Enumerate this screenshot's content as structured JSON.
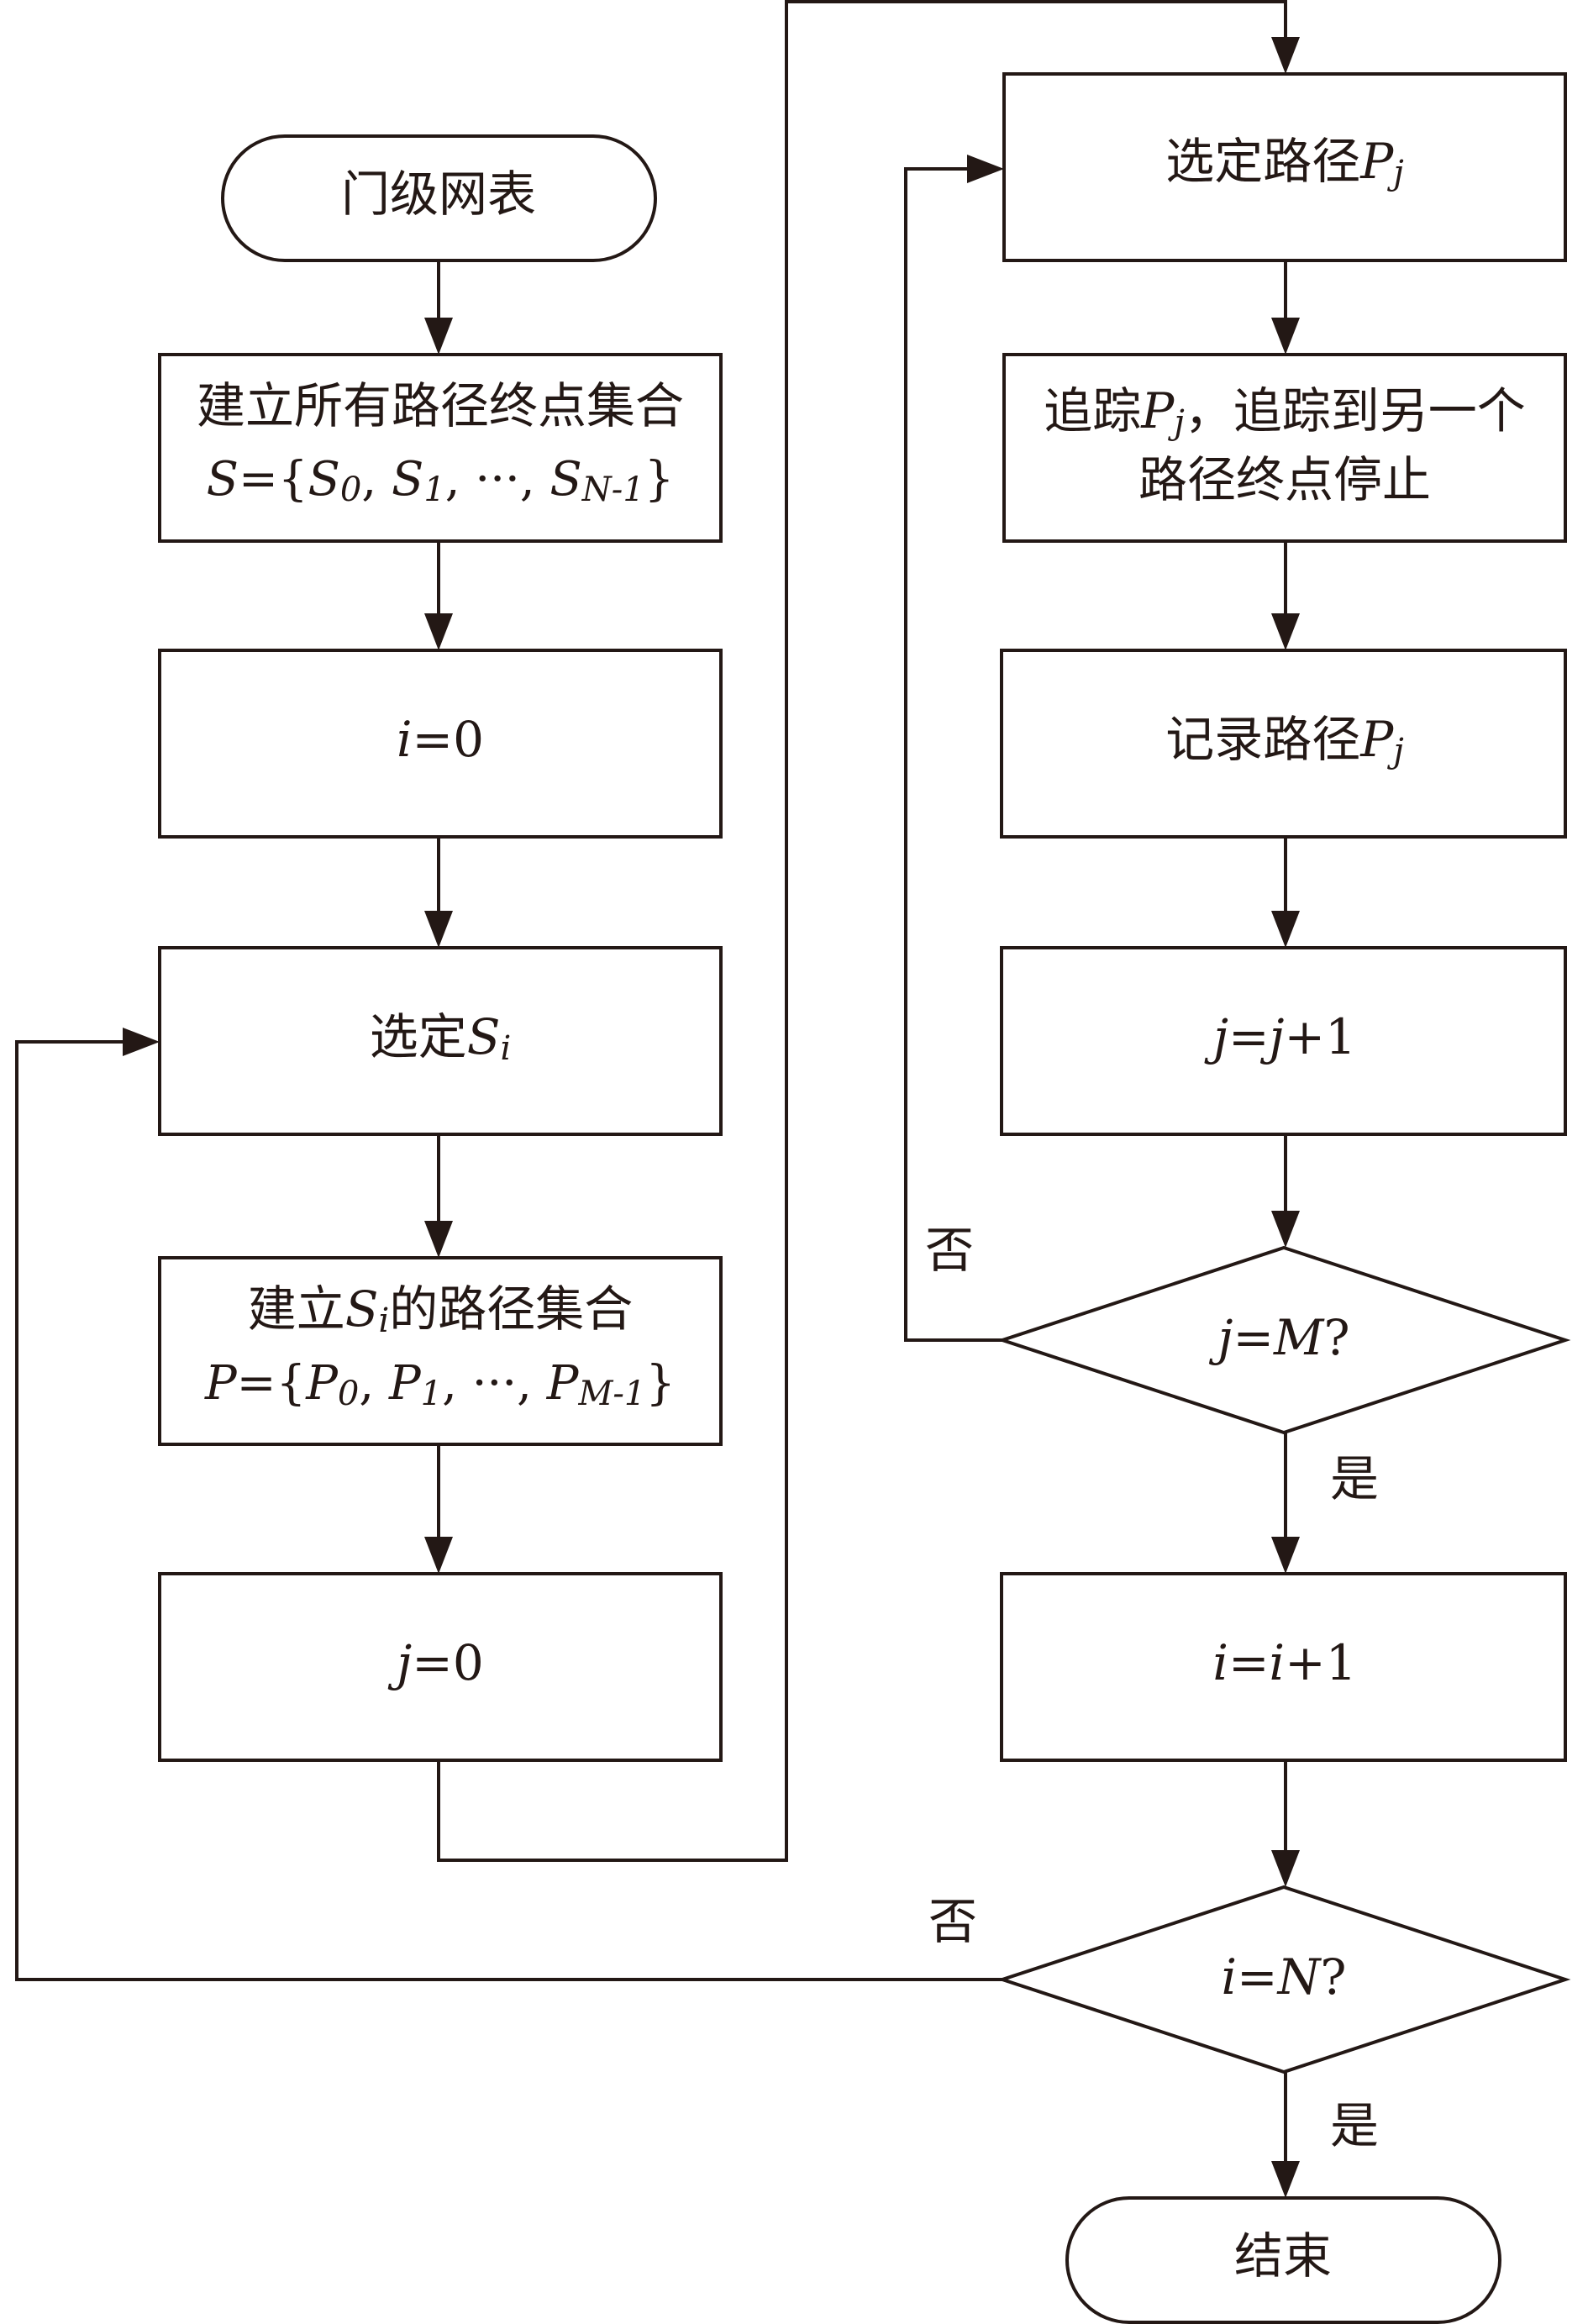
{
  "nodes": {
    "start": {
      "text": "门级网表"
    },
    "build_endpoints": {
      "line1": "建立所有路径终点集合",
      "formula": {
        "prefix": "S={",
        "items": [
          {
            "base": "S",
            "sub": "0"
          },
          {
            "base": "S",
            "sub": "1"
          },
          {
            "base": "",
            "sub": ""
          },
          {
            "base": "S",
            "sub": "N-1"
          }
        ],
        "ellipsis": "···",
        "sep": ", ",
        "suffix": "}"
      }
    },
    "init_i": {
      "text": "i=0"
    },
    "select_s": {
      "text": "选定",
      "var": "S",
      "sub": "i"
    },
    "build_paths": {
      "prefix": "建立",
      "var": "S",
      "sub": "i",
      "suffix": "的路径集合",
      "formula": {
        "prefix": "P={",
        "items": [
          {
            "base": "P",
            "sub": "0"
          },
          {
            "base": "P",
            "sub": "1"
          },
          {
            "base": "",
            "sub": ""
          },
          {
            "base": "P",
            "sub": "M-1"
          }
        ],
        "ellipsis": "···",
        "sep": ", ",
        "suffix": "}"
      }
    },
    "init_j": {
      "text": "j=0"
    },
    "select_p": {
      "text": "选定路径",
      "var": "P",
      "sub": "j"
    },
    "trace": {
      "prefix": "追踪",
      "var": "P",
      "sub": "j",
      "suffix": "，追踪到另一个",
      "line2": "路径终点停止"
    },
    "record": {
      "text": "记录路径",
      "var": "P",
      "sub": "j"
    },
    "inc_j": {
      "text": "j=j+1"
    },
    "check_j": {
      "text": "j=M?"
    },
    "inc_i": {
      "text": "i=i+1"
    },
    "check_i": {
      "text": "i=N?"
    },
    "end": {
      "text": "结束"
    }
  },
  "edge_labels": {
    "check_j_no": "否",
    "check_j_yes": "是",
    "check_i_no": "否",
    "check_i_yes": "是"
  }
}
